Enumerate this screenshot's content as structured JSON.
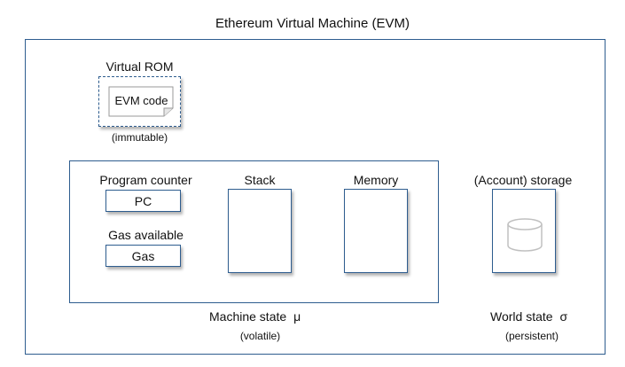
{
  "title": "Ethereum Virtual Machine (EVM)",
  "virtual_rom": {
    "label": "Virtual ROM",
    "code_label": "EVM code",
    "note": "(immutable)"
  },
  "machine_state": {
    "program_counter": {
      "label": "Program counter",
      "value": "PC"
    },
    "gas_available": {
      "label": "Gas available",
      "value": "Gas"
    },
    "stack_label": "Stack",
    "memory_label": "Memory",
    "caption": "Machine state",
    "symbol": "μ",
    "note": "(volatile)"
  },
  "world_state": {
    "storage_label": "(Account) storage",
    "storage_icon": "database-cylinder-icon",
    "caption": "World state",
    "symbol": "σ",
    "note": "(persistent)"
  },
  "colors": {
    "border": "#2e5d8f",
    "icon": "#c0c0c0"
  }
}
